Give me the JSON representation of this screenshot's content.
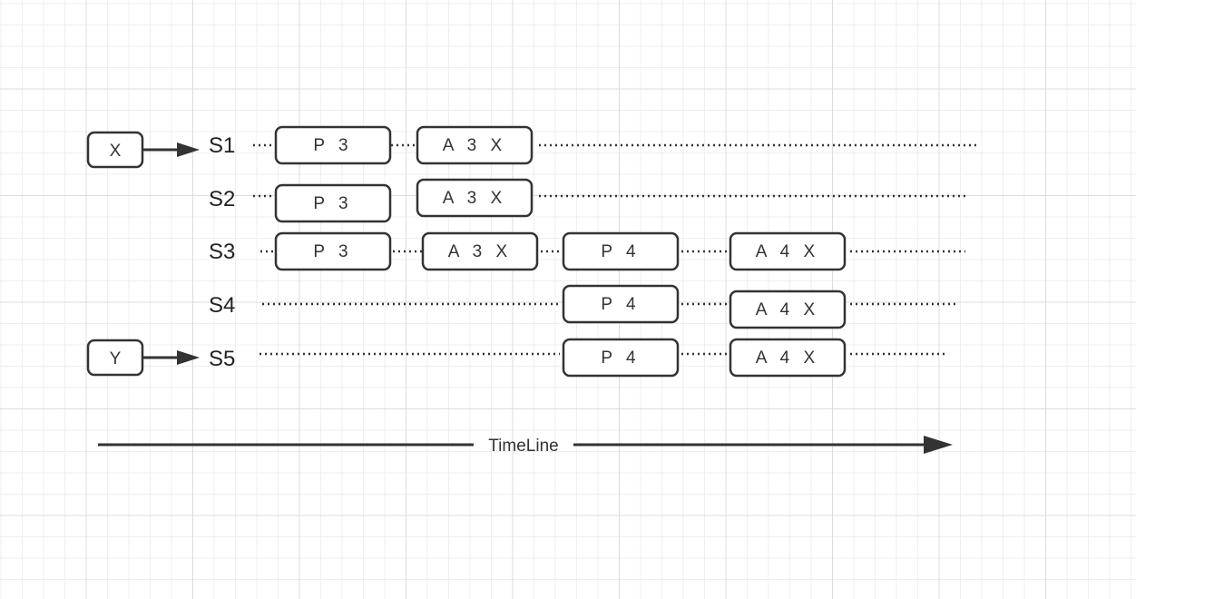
{
  "inputs": [
    {
      "label": "X",
      "target": "S1"
    },
    {
      "label": "Y",
      "target": "S5"
    }
  ],
  "rows": [
    {
      "name": "S1",
      "boxes": [
        "P 3",
        "A 3  X"
      ]
    },
    {
      "name": "S2",
      "boxes": [
        "P 3",
        "A 3  X"
      ]
    },
    {
      "name": "S3",
      "boxes": [
        "P 3",
        "A 3  X",
        "P 4",
        "A 4  X"
      ]
    },
    {
      "name": "S4",
      "boxes": [
        "P 4",
        "A 4  X"
      ]
    },
    {
      "name": "S5",
      "boxes": [
        "P 4",
        "A 4  X"
      ]
    }
  ],
  "timeline": {
    "label": "TimeLine"
  }
}
